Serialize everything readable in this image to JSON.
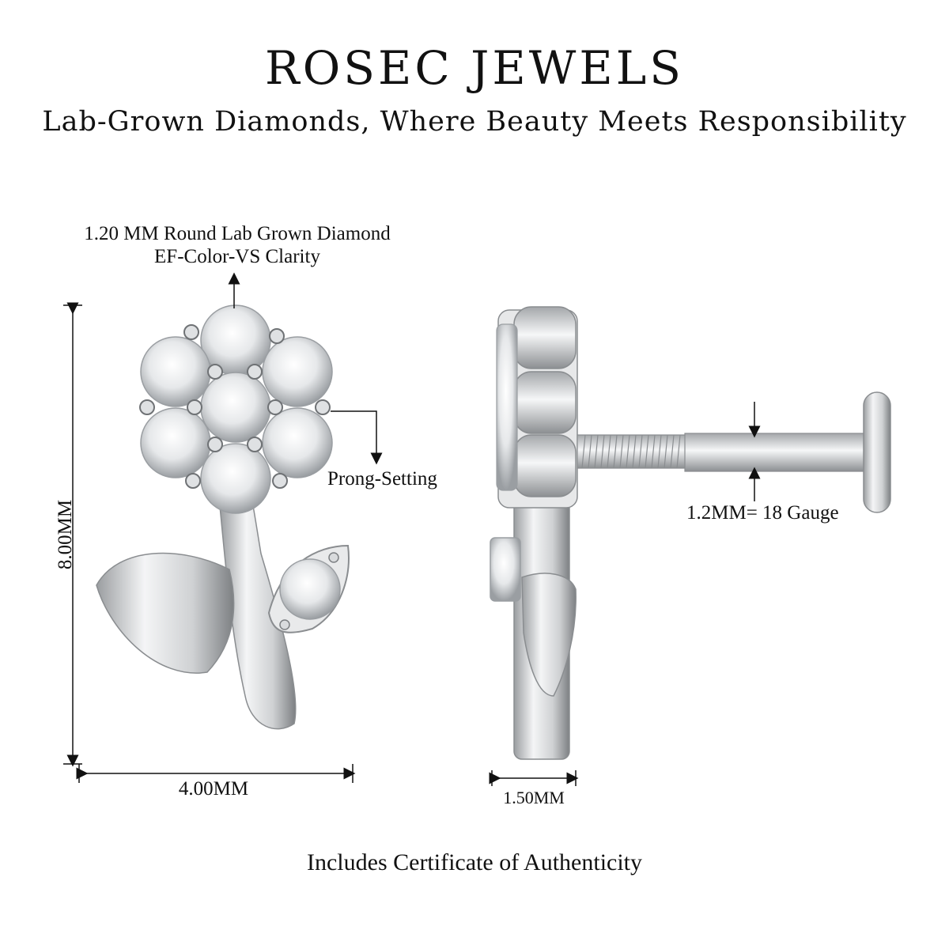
{
  "header": {
    "brand": "ROSEC JEWELS",
    "tagline": "Lab-Grown Diamonds, Where Beauty Meets Responsibility"
  },
  "annotations": {
    "diamond_line1": "1.20 MM Round Lab Grown Diamond",
    "diamond_line2": "EF-Color-VS Clarity",
    "prong": "Prong-Setting",
    "height": "8.00MM",
    "width": "4.00MM",
    "side_width": "1.50MM",
    "gauge": "1.2MM= 18 Gauge"
  },
  "footer": {
    "certificate": "Includes Certificate of Authenticity"
  },
  "colors": {
    "metal": "#d9dbdd",
    "metal_dark": "#8a8d90",
    "stone": "#f2f3f4",
    "ink": "#111111"
  }
}
